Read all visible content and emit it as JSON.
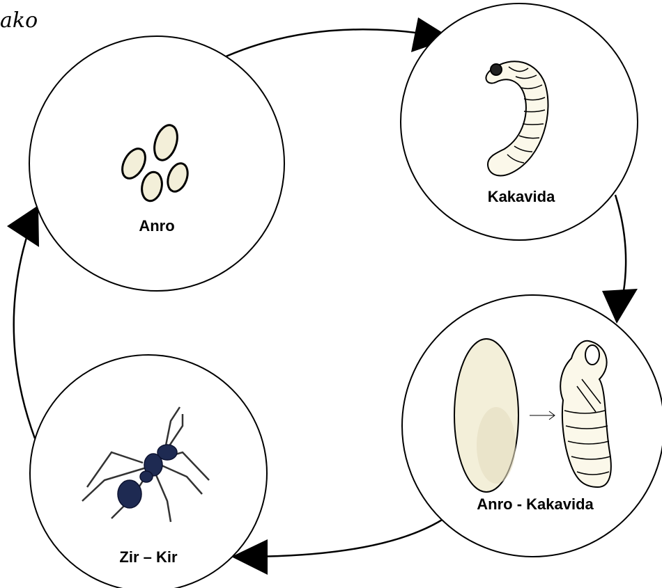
{
  "corner_text": "ako",
  "stages": [
    {
      "id": "egg",
      "label": "Anro"
    },
    {
      "id": "larva",
      "label": "Kakavida"
    },
    {
      "id": "pupa",
      "label": "Anro - Kakavida"
    },
    {
      "id": "adult",
      "label": "Zir – Kir"
    }
  ],
  "colors": {
    "stroke": "#000000",
    "fill": "#ffffff",
    "egg_fill": "#f3efd9",
    "ant_body": "#1e2a52"
  }
}
